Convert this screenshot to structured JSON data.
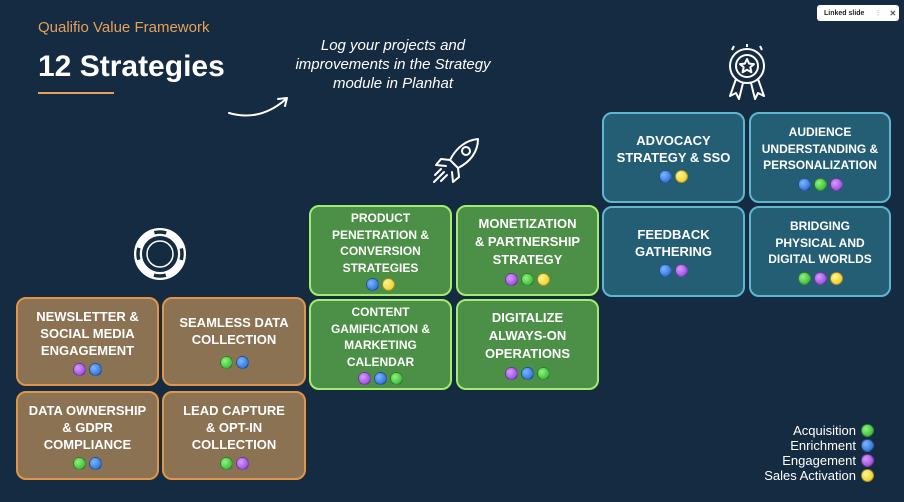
{
  "header": {
    "subtitle": "Qualifio Value Framework",
    "title": "12 Strategies"
  },
  "note": {
    "line1": "Log your projects and",
    "line2": "improvements in the Strategy",
    "line3": "module in Planhat"
  },
  "linked_slide": {
    "label": "Linked slide",
    "menu": "⋮",
    "pin": "✕"
  },
  "colors": {
    "background": "#142b42",
    "accent": "#e6a05a",
    "orange_card": "#8b7253",
    "green_card": "#4c8f46",
    "teal_card": "#245e74"
  },
  "icons": {
    "lifebuoy": "lifebuoy-icon",
    "rocket": "rocket-icon",
    "award": "award-ribbon-icon",
    "arrow": "curved-arrow-icon"
  },
  "cards": {
    "newsletter": {
      "lines": [
        "NEWSLETTER &",
        "SOCIAL MEDIA",
        "ENGAGEMENT"
      ],
      "dots": [
        "purple",
        "blue"
      ]
    },
    "seamless": {
      "lines": [
        "SEAMLESS DATA",
        "COLLECTION"
      ],
      "dots": [
        "green",
        "blue"
      ]
    },
    "data_ownership": {
      "lines": [
        "DATA OWNERSHIP",
        "& GDPR",
        "COMPLIANCE"
      ],
      "dots": [
        "green",
        "blue"
      ]
    },
    "lead_capture": {
      "lines": [
        "LEAD CAPTURE",
        "& OPT-IN",
        "COLLECTION"
      ],
      "dots": [
        "green",
        "purple"
      ]
    },
    "product": {
      "lines": [
        "PRODUCT",
        "PENETRATION &",
        "CONVERSION",
        "STRATEGIES"
      ],
      "dots": [
        "blue",
        "yellow"
      ]
    },
    "monetization": {
      "lines": [
        "MONETIZATION",
        "& PARTNERSHIP",
        "STRATEGY"
      ],
      "dots": [
        "purple",
        "green",
        "yellow"
      ]
    },
    "content": {
      "lines": [
        "CONTENT",
        "GAMIFICATION &",
        "MARKETING",
        "CALENDAR"
      ],
      "dots": [
        "purple",
        "blue",
        "green"
      ]
    },
    "digitalize": {
      "lines": [
        "DIGITALIZE",
        "ALWAYS-ON",
        "OPERATIONS"
      ],
      "dots": [
        "purple",
        "blue",
        "green"
      ]
    },
    "advocacy": {
      "lines": [
        "ADVOCACY",
        "STRATEGY & SSO"
      ],
      "dots": [
        "blue",
        "yellow"
      ]
    },
    "audience": {
      "lines": [
        "AUDIENCE",
        "UNDERSTANDING &",
        "PERSONALIZATION"
      ],
      "dots": [
        "blue",
        "green",
        "purple"
      ]
    },
    "feedback": {
      "lines": [
        "FEEDBACK",
        "GATHERING"
      ],
      "dots": [
        "blue",
        "purple"
      ]
    },
    "bridging": {
      "lines": [
        "BRIDGING",
        "PHYSICAL AND",
        "DIGITAL WORLDS"
      ],
      "dots": [
        "green",
        "purple",
        "yellow"
      ]
    }
  },
  "legend": [
    {
      "label": "Acquisition",
      "color": "green"
    },
    {
      "label": "Enrichment",
      "color": "blue"
    },
    {
      "label": "Engagement",
      "color": "purple"
    },
    {
      "label": "Sales Activation",
      "color": "yellow"
    }
  ]
}
